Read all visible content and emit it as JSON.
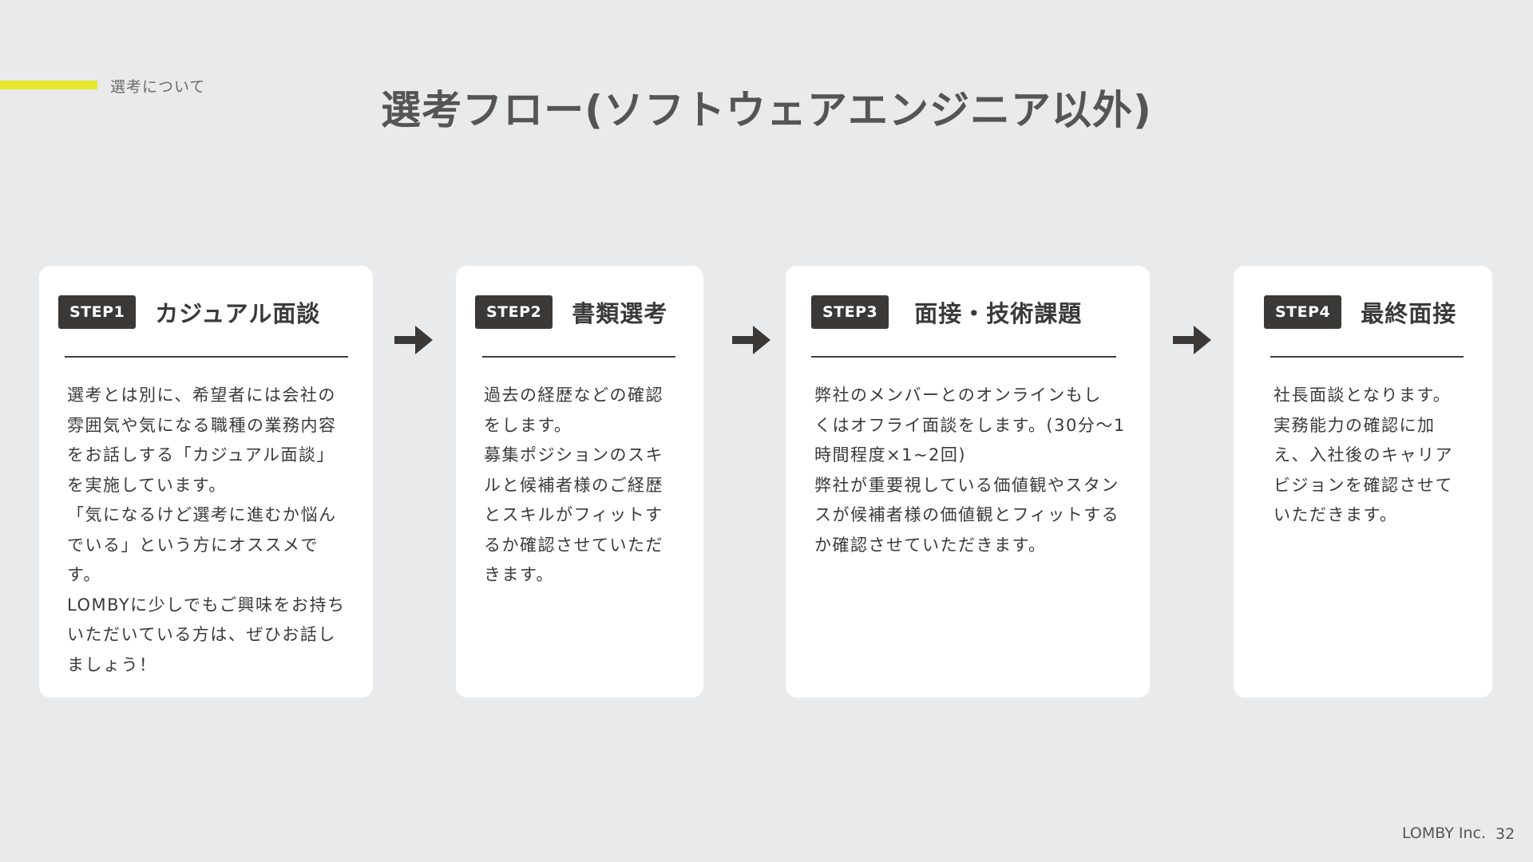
{
  "header": {
    "section_label": "選考について",
    "title": "選考フロー(ソフトウェアエンジニア以外)"
  },
  "colors": {
    "accent": "#e6e82b",
    "badge": "#3b3838",
    "background": "#e9eaec"
  },
  "steps": [
    {
      "badge": "STEP1",
      "title": "カジュアル面談",
      "body": "選考とは別に、希望者には会社の\n雰囲気や気になる職種の業務内容\nをお話しする「カジュアル面談」\nを実施しています。\n「気になるけど選考に進むか悩ん\nでいる」という方にオススメで\nす。\nLOMBYに少しでもご興味をお持ち\nいただいている方は、ぜひお話し\nましょう！"
    },
    {
      "badge": "STEP2",
      "title": "書類選考",
      "body": "過去の経歴などの確認\nをします。\n募集ポジションのスキ\nルと候補者様のご経歴\nとスキルがフィットす\nるか確認させていただ\nきます。"
    },
    {
      "badge": "STEP3",
      "title": "面接・技術課題",
      "body": "弊社のメンバーとのオンラインもし\nくはオフライ面談をします。(30分〜1\n時間程度×1~2回)\n弊社が重要視している価値観やスタン\nスが候補者様の価値観とフィットする\nか確認させていただきます。"
    },
    {
      "badge": "STEP4",
      "title": "最終面接",
      "body": "社長面談となります。\n実務能力の確認に加\nえ、入社後のキャリア\nビジョンを確認させて\nいただきます。"
    }
  ],
  "footer": {
    "company": "LOMBY Inc.",
    "page_number": "32"
  }
}
